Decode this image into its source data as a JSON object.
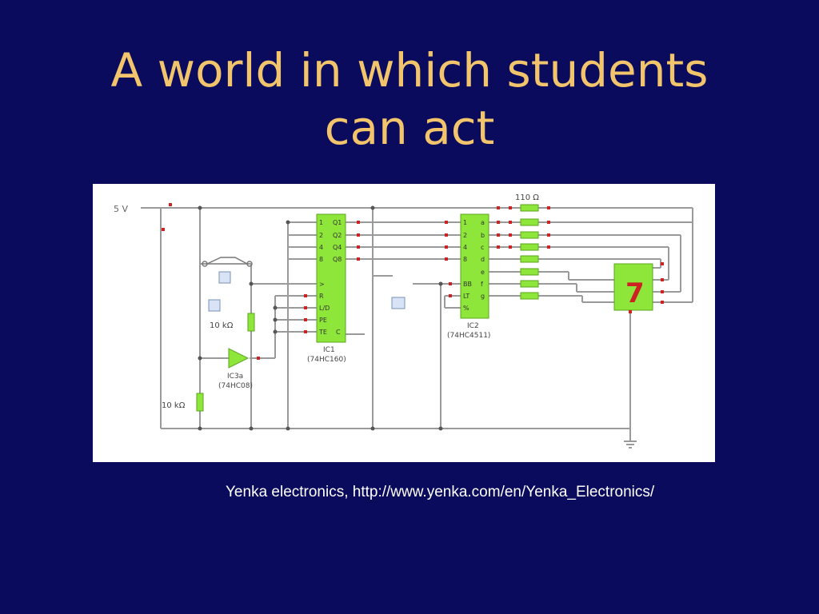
{
  "slide": {
    "title_line1": "A world in which students",
    "title_line2": "can act",
    "caption": "Yenka electronics, http://www.yenka.com/en/Yenka_Electronics/"
  },
  "circuit": {
    "supply_label": "5 V",
    "resistor_top_label": "110 Ω",
    "resistor_mid_label": "10 kΩ",
    "resistor_bottom_label": "10 kΩ",
    "ic1": {
      "name": "IC1",
      "part": "(74HC160)",
      "left_pins": [
        "1",
        "2",
        "4",
        "8",
        ">",
        "R",
        "L/D",
        "PE",
        "TE"
      ],
      "right_pins": [
        "Q1",
        "Q2",
        "Q4",
        "Q8",
        "",
        "",
        "",
        "",
        "C"
      ]
    },
    "ic2": {
      "name": "IC2",
      "part": "(74HC4511)",
      "left_pins": [
        "1",
        "2",
        "4",
        "8",
        "BB",
        "LT",
        "%"
      ],
      "right_pins": [
        "a",
        "b",
        "c",
        "d",
        "e",
        "f",
        "g"
      ]
    },
    "ic3": {
      "name": "IC3a",
      "part": "(74HC08)"
    },
    "display_digit": "7",
    "colors": {
      "wire": "#9a9a9a",
      "chip": "#8ee63a",
      "chip_border": "#5aa61c",
      "node": "#cc2222",
      "background": "#0b0b5e",
      "title": "#f2c46b"
    }
  }
}
